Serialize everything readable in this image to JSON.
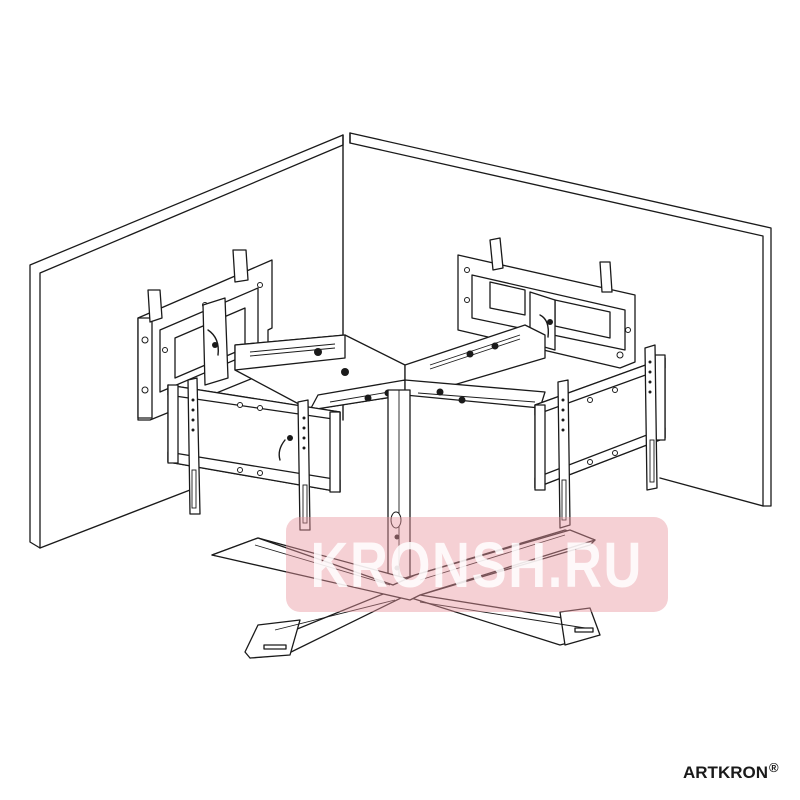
{
  "diagram": {
    "subject": "Four-screen floor stand TV mount in room corner",
    "components": [
      "left-wall",
      "right-wall",
      "tv-bracket-back-left",
      "tv-bracket-back-right",
      "tv-bracket-front-left",
      "tv-bracket-front-right",
      "cross-arm-horizontal",
      "vertical-pole",
      "cross-base"
    ]
  },
  "watermark": {
    "text": "KRONSH.RU",
    "color": "#e896a0"
  },
  "brand": {
    "name": "ARTKRON",
    "mark": "®"
  },
  "colors": {
    "line": "#1a1a1a",
    "background": "#ffffff"
  }
}
